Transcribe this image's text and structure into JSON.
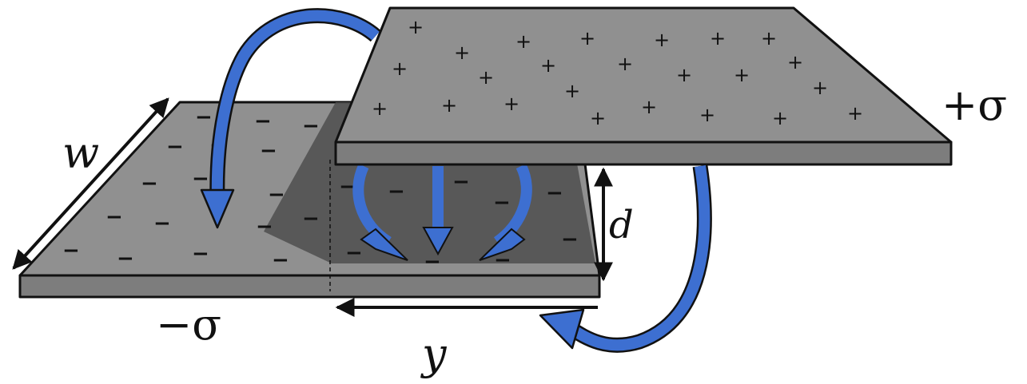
{
  "labels": {
    "width": "w",
    "separation": "d",
    "overlap": "y",
    "positive_plate": "+σ",
    "negative_plate": "−σ"
  },
  "plates": {
    "positive_charge_symbol": "+",
    "negative_charge_symbol": "−"
  },
  "colors": {
    "plate_fill": "#8f8f8f",
    "plate_edge": "#7a7a7a",
    "shadow": "#4e4e4e",
    "field_arrow": "#3d6fd1",
    "outline": "#111111"
  }
}
